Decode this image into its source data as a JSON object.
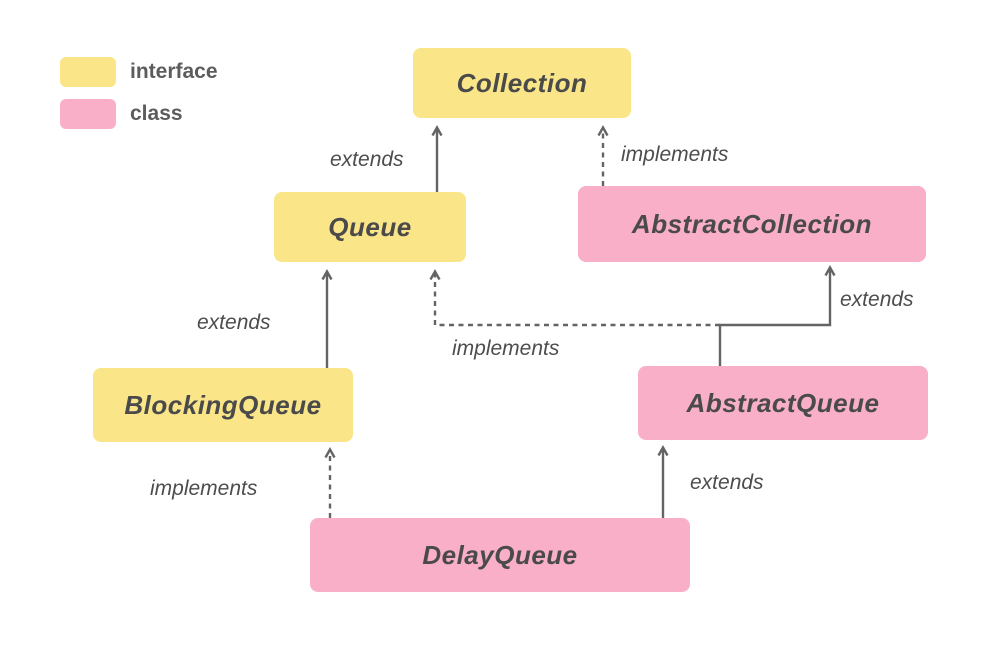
{
  "legend": {
    "items": [
      {
        "label": "interface",
        "kind": "interface"
      },
      {
        "label": "class",
        "kind": "class"
      }
    ]
  },
  "nodes": {
    "collection": {
      "label": "Collection",
      "kind": "interface"
    },
    "queue": {
      "label": "Queue",
      "kind": "interface"
    },
    "abstract_collection": {
      "label": "AbstractCollection",
      "kind": "class"
    },
    "blocking_queue": {
      "label": "BlockingQueue",
      "kind": "interface"
    },
    "abstract_queue": {
      "label": "AbstractQueue",
      "kind": "class"
    },
    "delay_queue": {
      "label": "DelayQueue",
      "kind": "class"
    }
  },
  "edges": {
    "queue_extends_collection": {
      "label": "extends",
      "style": "solid",
      "from": "Queue",
      "to": "Collection"
    },
    "abstractcollection_implements_collection": {
      "label": "implements",
      "style": "dashed",
      "from": "AbstractCollection",
      "to": "Collection"
    },
    "blockingqueue_extends_queue": {
      "label": "extends",
      "style": "solid",
      "from": "BlockingQueue",
      "to": "Queue"
    },
    "abstractqueue_implements_queue": {
      "label": "implements",
      "style": "dashed",
      "from": "AbstractQueue",
      "to": "Queue"
    },
    "abstractqueue_extends_abstractcollection": {
      "label": "extends",
      "style": "solid",
      "from": "AbstractQueue",
      "to": "AbstractCollection"
    },
    "delayqueue_implements_blockingqueue": {
      "label": "implements",
      "style": "dashed",
      "from": "DelayQueue",
      "to": "BlockingQueue"
    },
    "delayqueue_extends_abstractqueue": {
      "label": "extends",
      "style": "solid",
      "from": "DelayQueue",
      "to": "AbstractQueue"
    }
  },
  "colors": {
    "interface_fill": "#FAE588",
    "class_fill": "#F9AFC7",
    "arrow": "#646464",
    "text": "#4A4A4A",
    "background": "#FFFFFF"
  }
}
